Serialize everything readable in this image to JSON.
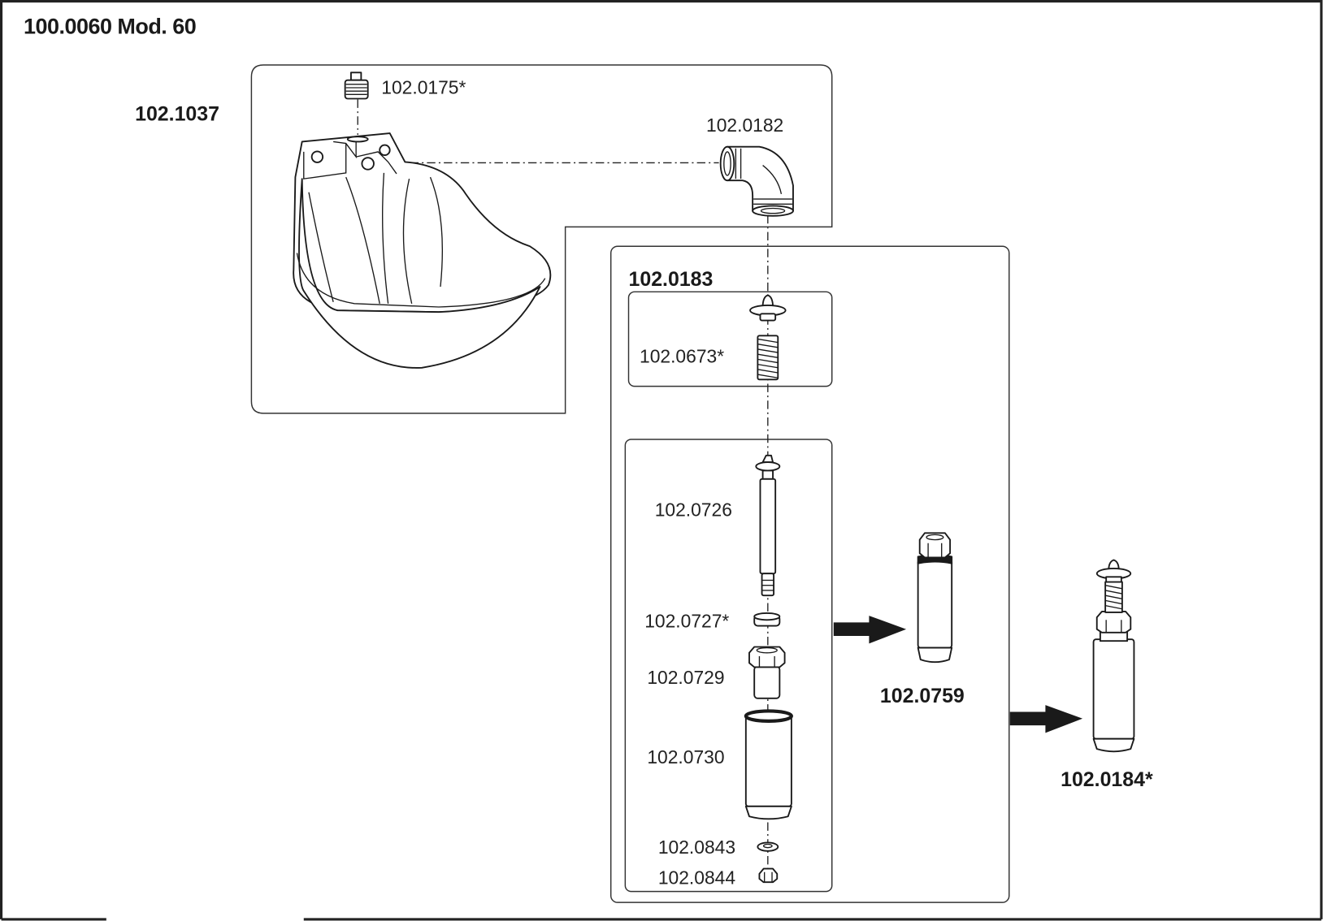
{
  "diagram": {
    "title": "100.0060 Mod. 60",
    "type": "exploded parts diagram",
    "groups": {
      "bowl_group": {
        "label": "102.1037"
      },
      "valve_group": {
        "label": "102.0183"
      },
      "assembly_mid": {
        "label": "102.0759"
      },
      "assembly_final": {
        "label": "102.0184*"
      }
    },
    "parts": {
      "plug": {
        "label": "102.0175*",
        "icon": "threaded-plug-icon"
      },
      "elbow": {
        "label": "102.0182",
        "icon": "elbow-fitting-icon"
      },
      "spring": {
        "label": "102.0673*",
        "icon": "spring-icon"
      },
      "pin": {
        "label": "102.0726",
        "icon": "valve-pin-icon"
      },
      "seal": {
        "label": "102.0727*",
        "icon": "seal-ring-icon"
      },
      "nut_fitting": {
        "label": "102.0729",
        "icon": "hex-nut-fitting-icon"
      },
      "sleeve": {
        "label": "102.0730",
        "icon": "sleeve-icon"
      },
      "washer": {
        "label": "102.0843",
        "icon": "washer-icon"
      },
      "nut": {
        "label": "102.0844",
        "icon": "hex-nut-icon"
      }
    },
    "main_part": {
      "icon": "drinking-bowl-icon"
    },
    "arrows": [
      "arrow-right-icon",
      "arrow-right-icon"
    ]
  }
}
